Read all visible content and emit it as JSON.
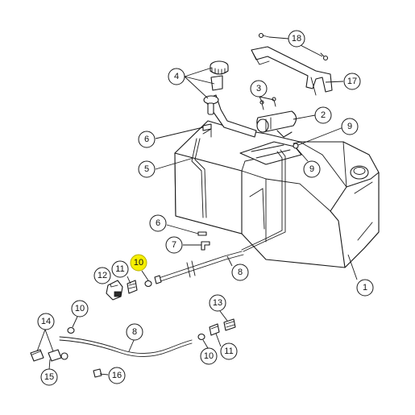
{
  "colors": {
    "highlight": "#f5ef00",
    "line": "#1a1a1a",
    "background": "#ffffff"
  },
  "callouts": [
    {
      "id": "c18",
      "label": "18"
    },
    {
      "id": "c17",
      "label": "17"
    },
    {
      "id": "c4",
      "label": "4"
    },
    {
      "id": "c3",
      "label": "3"
    },
    {
      "id": "c2",
      "label": "2"
    },
    {
      "id": "c9a",
      "label": "9"
    },
    {
      "id": "c6a",
      "label": "6"
    },
    {
      "id": "c9b",
      "label": "9"
    },
    {
      "id": "c5",
      "label": "5"
    },
    {
      "id": "c6b",
      "label": "6"
    },
    {
      "id": "c7",
      "label": "7"
    },
    {
      "id": "c10a",
      "label": "10",
      "highlight": true
    },
    {
      "id": "c11a",
      "label": "11"
    },
    {
      "id": "c8a",
      "label": "8"
    },
    {
      "id": "c12",
      "label": "12"
    },
    {
      "id": "c1",
      "label": "1"
    },
    {
      "id": "c10b",
      "label": "10"
    },
    {
      "id": "c13",
      "label": "13"
    },
    {
      "id": "c14",
      "label": "14"
    },
    {
      "id": "c8b",
      "label": "8"
    },
    {
      "id": "c10c",
      "label": "10"
    },
    {
      "id": "c11b",
      "label": "11"
    },
    {
      "id": "c15",
      "label": "15"
    },
    {
      "id": "c16",
      "label": "16"
    }
  ]
}
